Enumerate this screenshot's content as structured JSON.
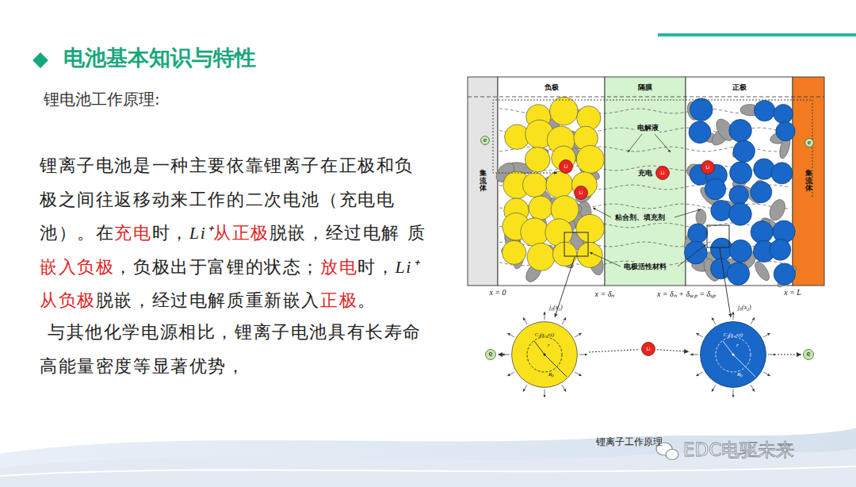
{
  "diagram": {
    "title": "电池基本知识与特性",
    "caption": "锂离子工作原理",
    "nodes": [
      {
        "text": [
          "集流体"
        ]
      },
      {
        "text": [
          "负极"
        ]
      },
      {
        "text": [
          "Li"
        ],
        "in": 1
      },
      {
        "text": [
          "Li"
        ],
        "in": 1
      },
      {
        "text": [
          "隔膜"
        ]
      },
      {
        "text": [
          "Li"
        ],
        "in": 4
      },
      {
        "text": [
          "正极"
        ]
      },
      {
        "text": [
          "Li"
        ],
        "in": 6
      },
      {
        "text": [
          "集流体"
        ]
      },
      {
        "text": [
          "e"
        ],
        "in": 0
      },
      {
        "text": [
          "e"
        ],
        "in": 8
      },
      {
        "text": [
          "e"
        ]
      },
      {
        "text": [
          "Cₛ(x₁,r,t)",
          "r",
          "Rₚ"
        ]
      },
      {
        "text": [
          "Li"
        ]
      },
      {
        "text": [
          "Cₛ(x₂,r,t)",
          "r",
          "Rₚ"
        ]
      },
      {
        "text": [
          "e"
        ]
      }
    ],
    "edges": [
      {
        "from": 12,
        "to": 11,
        "arrow": "to"
      },
      {
        "from": 12,
        "to": 13,
        "arrow": "none"
      },
      {
        "from": 13,
        "to": 14,
        "arrow": "to"
      },
      {
        "from": 14,
        "to": 15,
        "arrow": "to"
      }
    ],
    "labels": [
      "锂电池工作原理:",
      "锂离子电池是一种主要依靠锂离子在正极和负极之间往返移动来工作的二次电池（充电电 池）。在",
      "充电",
      "时，",
      "Li⁺",
      "从正极",
      "脱嵌，经过电解 质",
      "嵌入负极",
      "，负极出于富锂的状态；",
      "放电",
      "时，",
      "Li⁺",
      "从负极",
      "脱嵌，经过电解质重新嵌入",
      "正极",
      "。",
      "与其他化学电源相比，锂离子电池具有长寿命 高能量密度等显著优势，",
      "电解液",
      "充电",
      "粘合剂、填充剂",
      "电极活性材料",
      "x = 0",
      "x = δₙ",
      "x = δₙ + δₛₑₚ = δₛₚ",
      "x = L",
      "j₀(x₁)",
      "j₀(x₂)",
      "EDC电驱未来"
    ]
  }
}
